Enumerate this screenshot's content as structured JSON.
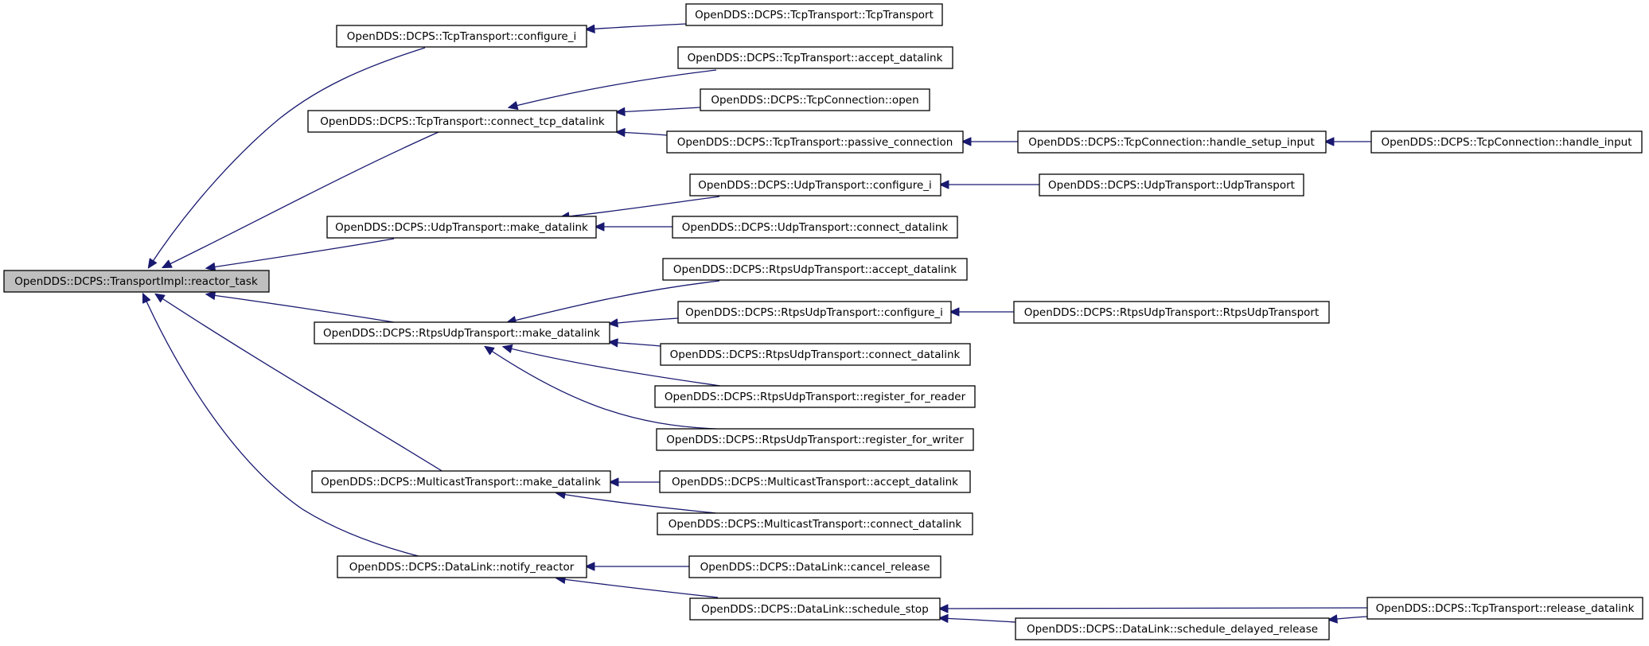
{
  "diagram": {
    "type": "call-graph",
    "colors": {
      "edge": "#191970",
      "root_fill": "#bfbfbf",
      "node_fill": "#ffffff",
      "node_border": "#000000"
    },
    "nodes": [
      {
        "id": "root",
        "label": "OpenDDS::DCPS::TransportImpl::reactor_task",
        "root": true
      },
      {
        "id": "tcp_configure_i",
        "label": "OpenDDS::DCPS::TcpTransport::configure_i"
      },
      {
        "id": "tcp_connect_tcp_datalink",
        "label": "OpenDDS::DCPS::TcpTransport::connect_tcp_datalink"
      },
      {
        "id": "udp_make_datalink",
        "label": "OpenDDS::DCPS::UdpTransport::make_datalink"
      },
      {
        "id": "rtps_make_datalink",
        "label": "OpenDDS::DCPS::RtpsUdpTransport::make_datalink"
      },
      {
        "id": "mcast_make_datalink",
        "label": "OpenDDS::DCPS::MulticastTransport::make_datalink"
      },
      {
        "id": "dl_notify_reactor",
        "label": "OpenDDS::DCPS::DataLink::notify_reactor"
      },
      {
        "id": "tcp_ctor",
        "label": "OpenDDS::DCPS::TcpTransport::TcpTransport"
      },
      {
        "id": "tcp_accept_datalink",
        "label": "OpenDDS::DCPS::TcpTransport::accept_datalink"
      },
      {
        "id": "tcpconn_open",
        "label": "OpenDDS::DCPS::TcpConnection::open"
      },
      {
        "id": "tcp_passive_connection",
        "label": "OpenDDS::DCPS::TcpTransport::passive_connection"
      },
      {
        "id": "tcpconn_handle_setup_input",
        "label": "OpenDDS::DCPS::TcpConnection::handle_setup_input"
      },
      {
        "id": "tcpconn_handle_input",
        "label": "OpenDDS::DCPS::TcpConnection::handle_input"
      },
      {
        "id": "udp_configure_i",
        "label": "OpenDDS::DCPS::UdpTransport::configure_i"
      },
      {
        "id": "udp_ctor",
        "label": "OpenDDS::DCPS::UdpTransport::UdpTransport"
      },
      {
        "id": "udp_connect_datalink",
        "label": "OpenDDS::DCPS::UdpTransport::connect_datalink"
      },
      {
        "id": "rtps_accept_datalink",
        "label": "OpenDDS::DCPS::RtpsUdpTransport::accept_datalink"
      },
      {
        "id": "rtps_configure_i",
        "label": "OpenDDS::DCPS::RtpsUdpTransport::configure_i"
      },
      {
        "id": "rtps_ctor",
        "label": "OpenDDS::DCPS::RtpsUdpTransport::RtpsUdpTransport"
      },
      {
        "id": "rtps_connect_datalink",
        "label": "OpenDDS::DCPS::RtpsUdpTransport::connect_datalink"
      },
      {
        "id": "rtps_register_for_reader",
        "label": "OpenDDS::DCPS::RtpsUdpTransport::register_for_reader"
      },
      {
        "id": "rtps_register_for_writer",
        "label": "OpenDDS::DCPS::RtpsUdpTransport::register_for_writer"
      },
      {
        "id": "mcast_accept_datalink",
        "label": "OpenDDS::DCPS::MulticastTransport::accept_datalink"
      },
      {
        "id": "mcast_connect_datalink",
        "label": "OpenDDS::DCPS::MulticastTransport::connect_datalink"
      },
      {
        "id": "dl_cancel_release",
        "label": "OpenDDS::DCPS::DataLink::cancel_release"
      },
      {
        "id": "dl_schedule_stop",
        "label": "OpenDDS::DCPS::DataLink::schedule_stop"
      },
      {
        "id": "tcp_release_datalink",
        "label": "OpenDDS::DCPS::TcpTransport::release_datalink"
      },
      {
        "id": "dl_schedule_delayed_release",
        "label": "OpenDDS::DCPS::DataLink::schedule_delayed_release"
      }
    ],
    "edges": [
      {
        "from": "tcp_configure_i",
        "to": "root"
      },
      {
        "from": "tcp_connect_tcp_datalink",
        "to": "root"
      },
      {
        "from": "udp_make_datalink",
        "to": "root"
      },
      {
        "from": "rtps_make_datalink",
        "to": "root"
      },
      {
        "from": "mcast_make_datalink",
        "to": "root"
      },
      {
        "from": "dl_notify_reactor",
        "to": "root"
      },
      {
        "from": "tcp_ctor",
        "to": "tcp_configure_i"
      },
      {
        "from": "tcp_accept_datalink",
        "to": "tcp_connect_tcp_datalink"
      },
      {
        "from": "tcpconn_open",
        "to": "tcp_connect_tcp_datalink"
      },
      {
        "from": "tcp_passive_connection",
        "to": "tcp_connect_tcp_datalink"
      },
      {
        "from": "tcpconn_handle_setup_input",
        "to": "tcp_passive_connection"
      },
      {
        "from": "tcpconn_handle_input",
        "to": "tcpconn_handle_setup_input"
      },
      {
        "from": "udp_configure_i",
        "to": "udp_make_datalink"
      },
      {
        "from": "udp_connect_datalink",
        "to": "udp_make_datalink"
      },
      {
        "from": "udp_ctor",
        "to": "udp_configure_i"
      },
      {
        "from": "rtps_accept_datalink",
        "to": "rtps_make_datalink"
      },
      {
        "from": "rtps_configure_i",
        "to": "rtps_make_datalink"
      },
      {
        "from": "rtps_connect_datalink",
        "to": "rtps_make_datalink"
      },
      {
        "from": "rtps_register_for_reader",
        "to": "rtps_make_datalink"
      },
      {
        "from": "rtps_register_for_writer",
        "to": "rtps_make_datalink"
      },
      {
        "from": "rtps_ctor",
        "to": "rtps_configure_i"
      },
      {
        "from": "mcast_accept_datalink",
        "to": "mcast_make_datalink"
      },
      {
        "from": "mcast_connect_datalink",
        "to": "mcast_make_datalink"
      },
      {
        "from": "dl_cancel_release",
        "to": "dl_notify_reactor"
      },
      {
        "from": "dl_schedule_stop",
        "to": "dl_notify_reactor"
      },
      {
        "from": "tcp_release_datalink",
        "to": "dl_schedule_stop"
      },
      {
        "from": "dl_schedule_delayed_release",
        "to": "dl_schedule_stop"
      },
      {
        "from": "tcp_release_datalink",
        "to": "dl_schedule_delayed_release"
      }
    ]
  }
}
